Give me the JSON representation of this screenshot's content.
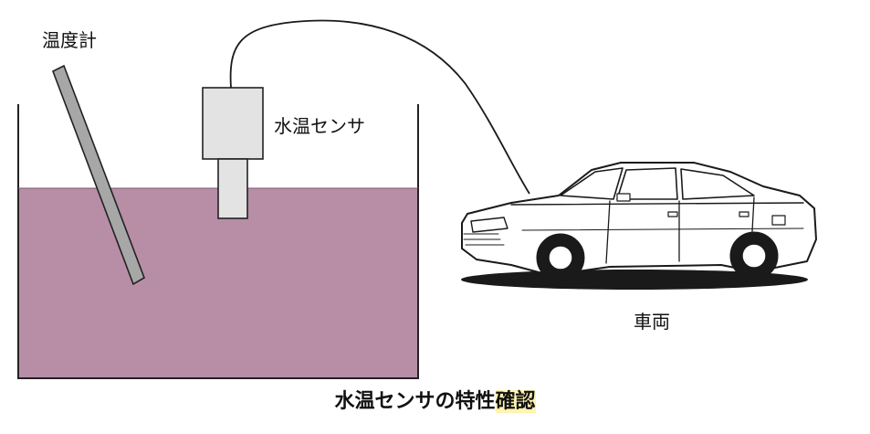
{
  "colors": {
    "water": "#b78ea6",
    "tank_line": "#222222",
    "thermometer_fill": "#a7a7a7",
    "sensor_fill": "#e3e3e3",
    "car_body": "#ffffff",
    "car_line": "#1a1a1a",
    "caption_highlight": "#fff4b0"
  },
  "labels": {
    "thermometer": "温度計",
    "water_temp_sensor": "水温センサ",
    "vehicle": "車両"
  },
  "caption": {
    "main": "水温センサの特性",
    "highlighted": "確認"
  },
  "icons": {
    "thermometer": "thermometer-icon",
    "sensor": "sensor-icon",
    "vehicle": "sedan-car-icon"
  }
}
